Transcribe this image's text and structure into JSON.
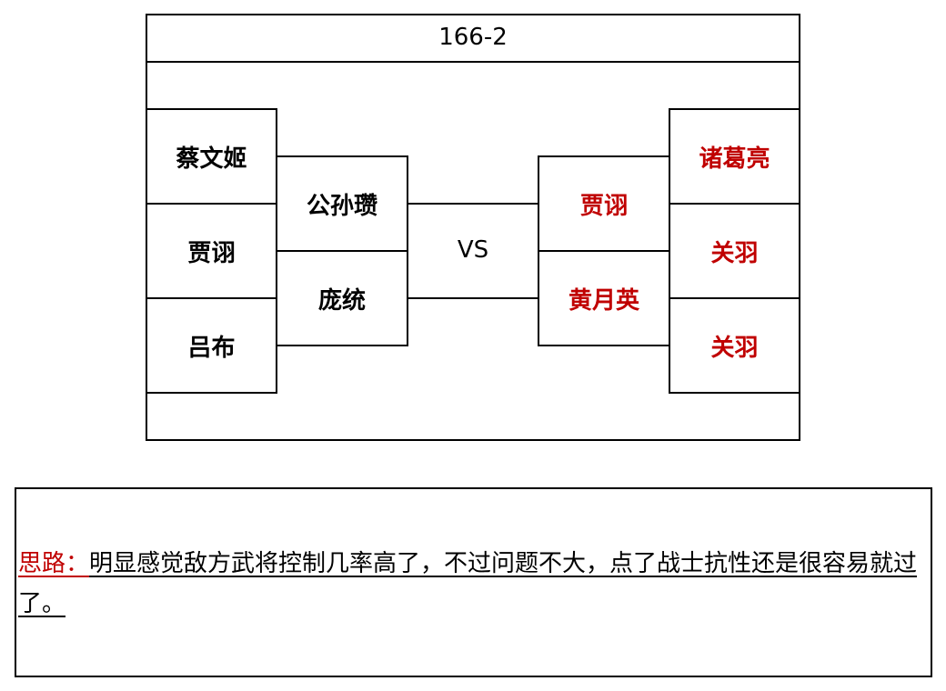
{
  "title": "166-2",
  "left_team": {
    "outer": [
      "蔡文姬",
      "贾诩",
      "吕布"
    ],
    "inner": [
      "公孙瓒",
      "庞统"
    ]
  },
  "vs_label": "VS",
  "right_team": {
    "inner": [
      "贾诩",
      "黄月英"
    ],
    "outer": [
      "诸葛亮",
      "关羽",
      "关羽"
    ]
  },
  "note": {
    "label": "思路：",
    "text": "明显感觉敌方武将控制几率高了，不过问题不大，点了战士抗性还是很容易就过了。"
  },
  "colors": {
    "enemy_text": "#c00000",
    "label_text": "#c00000",
    "border": "#000000"
  }
}
